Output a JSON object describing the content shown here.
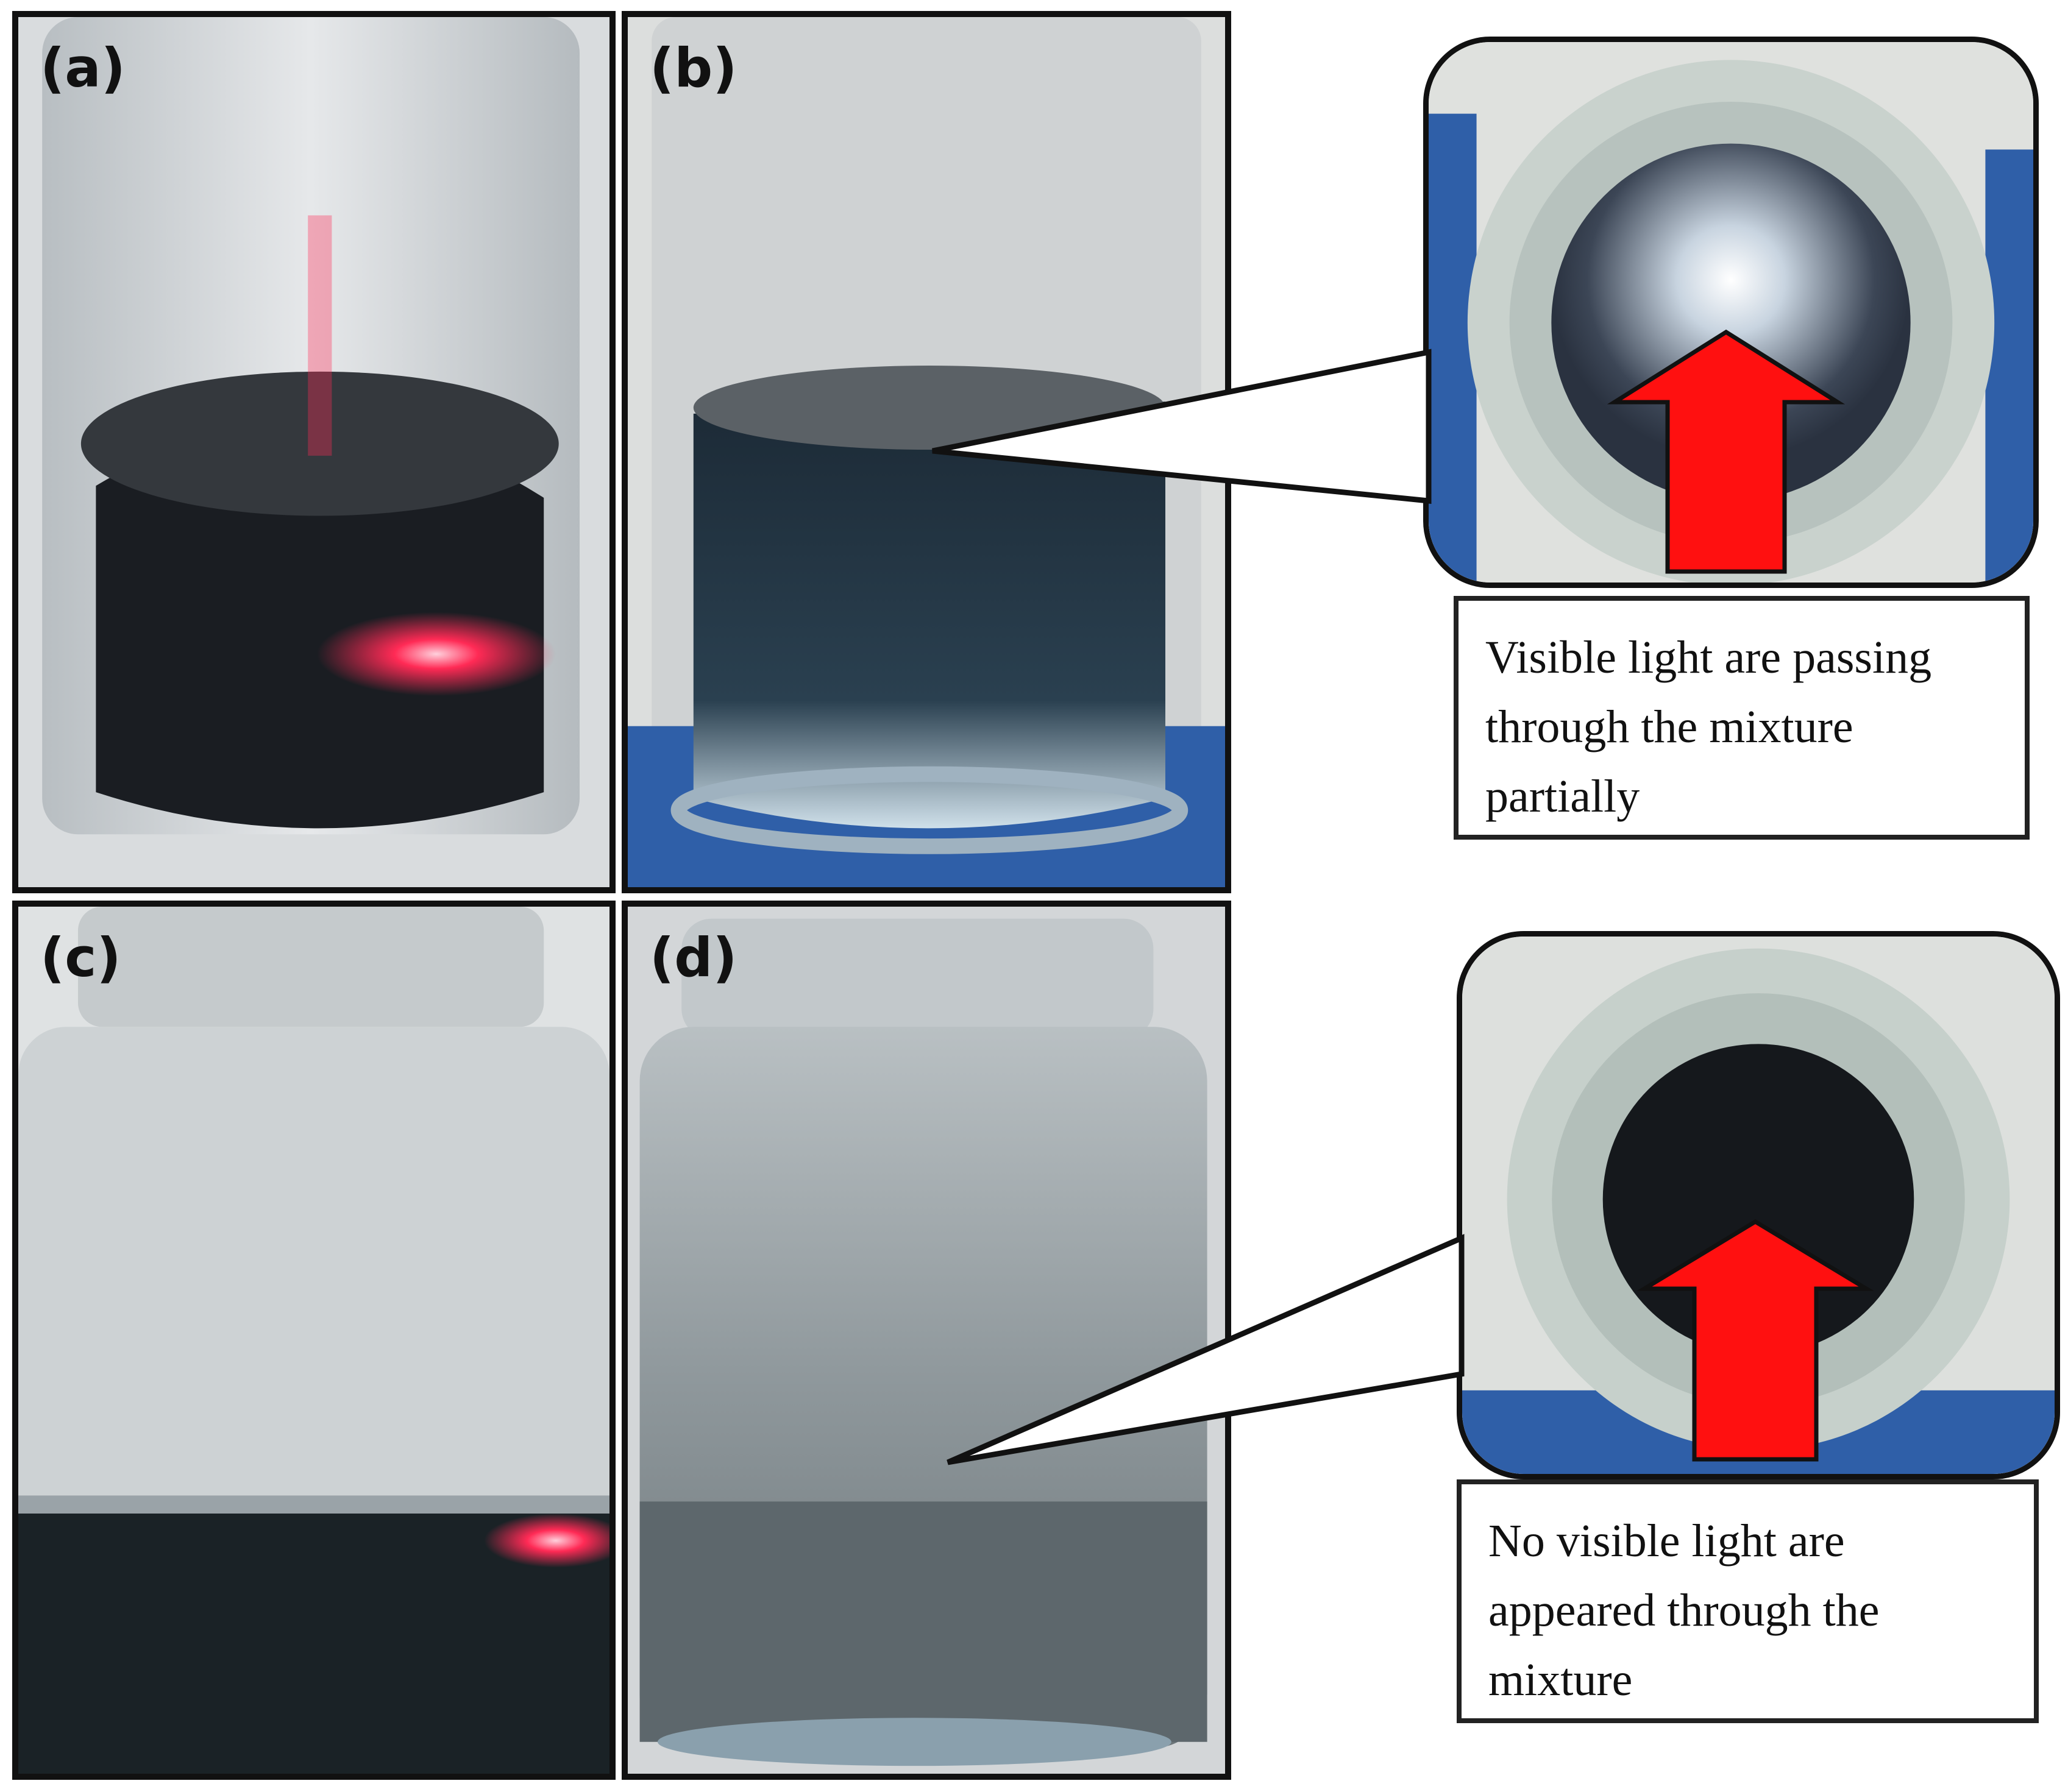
{
  "panels": {
    "a": {
      "label": "(a)"
    },
    "b": {
      "label": "(b)"
    },
    "c": {
      "label": "(c)"
    },
    "d": {
      "label": "(d)"
    }
  },
  "captions": {
    "top": "Visible light are passing through the mixture partially",
    "bottom": "No visible light are appeared through the mixture"
  },
  "colors": {
    "laser": "#ff2a55",
    "arrow": "#ff1010",
    "stand_blue": "#2f5fa8",
    "liquid_dark": "#15181c"
  }
}
